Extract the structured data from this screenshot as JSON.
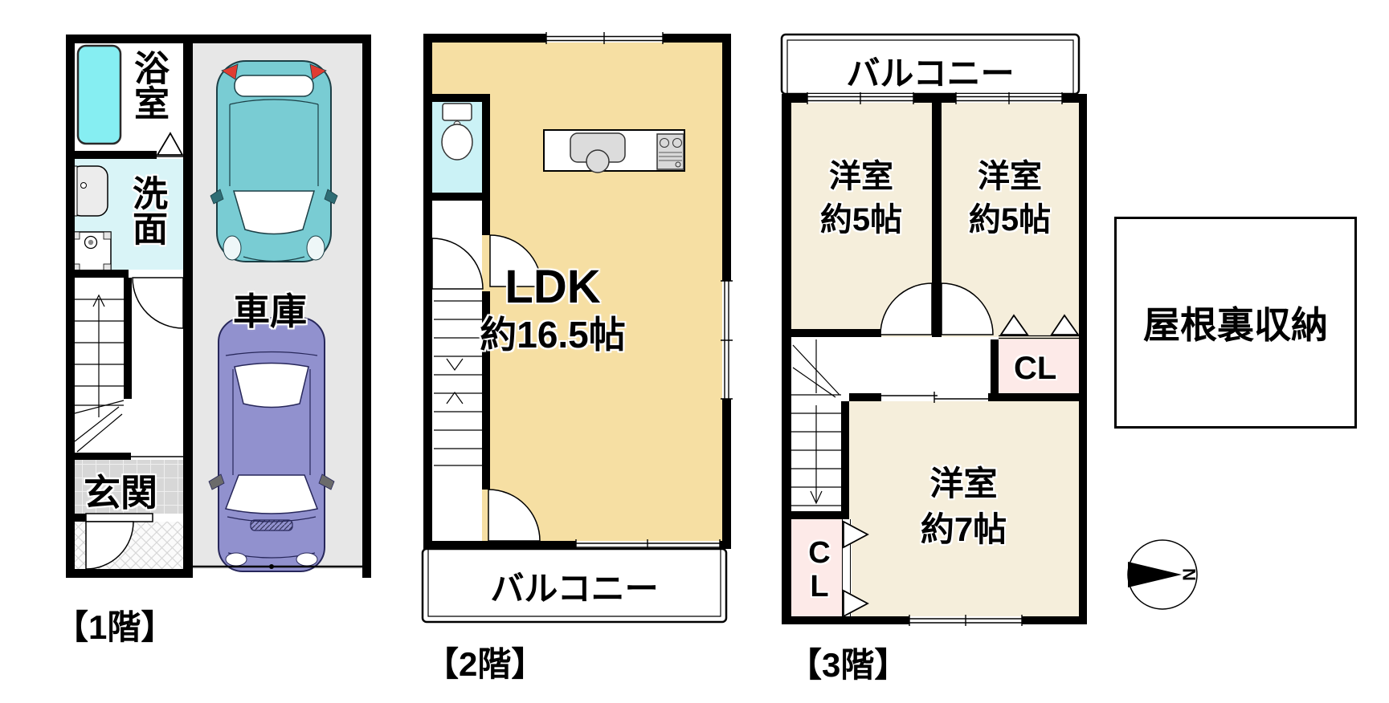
{
  "floor1": {
    "name": "【1階】",
    "rooms": {
      "bath": "浴室",
      "washroom": "洗面",
      "entrance": "玄関",
      "garage": "車庫"
    }
  },
  "floor2": {
    "name": "【2階】",
    "rooms": {
      "ldk_title": "LDK",
      "ldk_size": "約16.5帖",
      "balcony": "バルコニー"
    }
  },
  "floor3": {
    "name": "【3階】",
    "rooms": {
      "balcony": "バルコニー",
      "bedroom_a_title": "洋室",
      "bedroom_a_size": "約5帖",
      "bedroom_b_title": "洋室",
      "bedroom_b_size": "約5帖",
      "closet_upper": "CL",
      "closet_lower": "CL",
      "bedroom_c_title": "洋室",
      "bedroom_c_size": "約7帖"
    }
  },
  "attic": {
    "label": "屋根裏収納"
  },
  "compass": {
    "north_label": "N"
  },
  "colors": {
    "wall": "#000000",
    "ldk_floor": "#f6dfa3",
    "bedroom_floor": "#f5eedb",
    "closet": "#fdeae8",
    "washroom_floor": "#d9f4f7",
    "toilet_floor": "#cbf2f6",
    "bathtub": "#86eef2",
    "garage_floor": "#e7e7e7",
    "car_teal": "#79ccd3",
    "car_purple": "#9191ce"
  }
}
